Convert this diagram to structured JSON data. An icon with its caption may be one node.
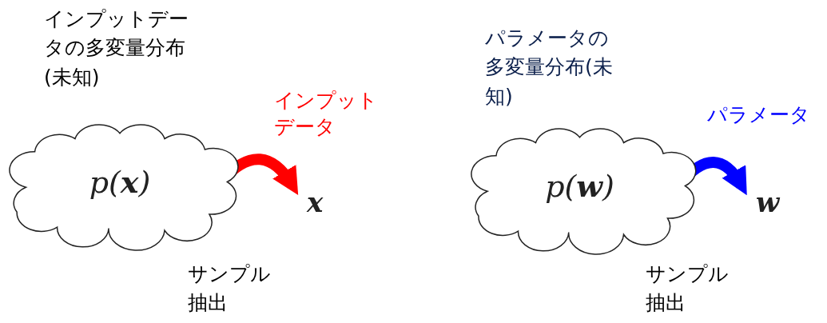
{
  "diagram": {
    "nodes": [
      {
        "text": [
          "p(**x**)"
        ],
        "beside": [
          "インプットデータの多変量分布(未知)",
          "サンプル抽出"
        ]
      },
      {
        "text": [
          "x"
        ]
      },
      {
        "text": [
          "p(**w**)"
        ],
        "beside": [
          "パラメータの多変量分布(未知)",
          "サンプル抽出"
        ]
      },
      {
        "text": [
          "w"
        ]
      }
    ],
    "edges": [
      {
        "from": 0,
        "to": 1,
        "arrow": "to",
        "label": "インプットデータ",
        "color": "#ff0000"
      },
      {
        "from": 2,
        "to": 3,
        "arrow": "to",
        "label": "パラメータ",
        "color": "#0000ff"
      }
    ]
  }
}
